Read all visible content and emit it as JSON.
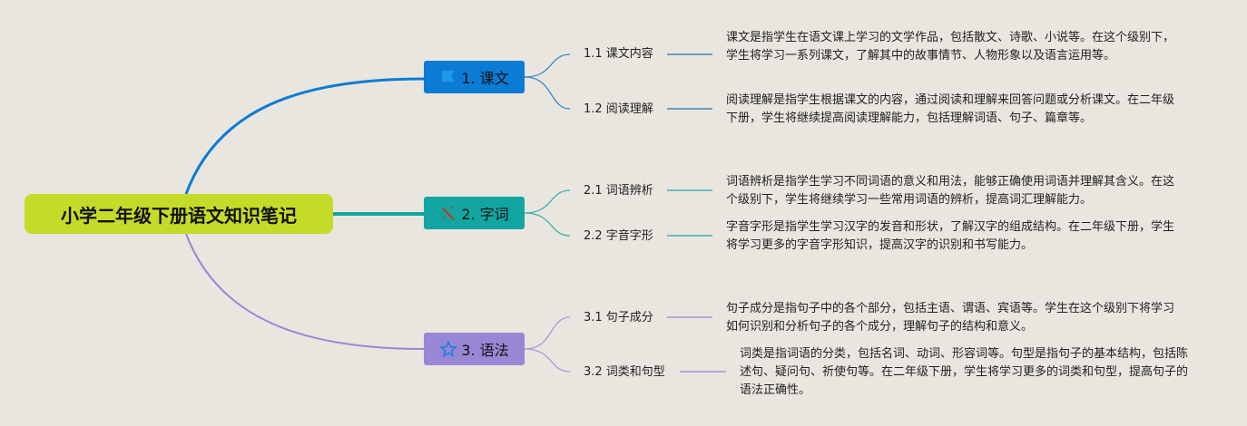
{
  "root": {
    "title": "小学二年级下册语文知识笔记"
  },
  "colors": {
    "root": "#c4dc27",
    "branch1": "#0b7bd3",
    "branch2": "#13a5a2",
    "branch3": "#9887d4",
    "background": "#e9e6df"
  },
  "branches": [
    {
      "label": "1. 课文",
      "icon": "flag-icon",
      "children": [
        {
          "label": "1.1 课文内容",
          "desc": "课文是指学生在语文课上学习的文学作品，包括散文、诗歌、小说等。在这个级别下，学生将学习一系列课文，了解其中的故事情节、人物形象以及语言运用等。"
        },
        {
          "label": "1.2 阅读理解",
          "desc": "阅读理解是指学生根据课文的内容，通过阅读和理解来回答问题或分析课文。在二年级下册，学生将继续提高阅读理解能力，包括理解词语、句子、篇章等。"
        }
      ]
    },
    {
      "label": "2. 字词",
      "icon": "magic-wand-icon",
      "children": [
        {
          "label": "2.1 词语辨析",
          "desc": "词语辨析是指学生学习不同词语的意义和用法，能够正确使用词语并理解其含义。在这个级别下，学生将继续学习一些常用词语的辨析，提高词汇理解能力。"
        },
        {
          "label": "2.2 字音字形",
          "desc": "字音字形是指学生学习汉字的发音和形状，了解汉字的组成结构。在二年级下册，学生将学习更多的字音字形知识，提高汉字的识别和书写能力。"
        }
      ]
    },
    {
      "label": "3. 语法",
      "icon": "star-icon",
      "children": [
        {
          "label": "3.1 句子成分",
          "desc": "句子成分是指句子中的各个部分，包括主语、谓语、宾语等。学生在这个级别下将学习如何识别和分析句子的各个成分，理解句子的结构和意义。"
        },
        {
          "label": "3.2 词类和句型",
          "desc": "词类是指词语的分类，包括名词、动词、形容词等。句型是指句子的基本结构，包括陈述句、疑问句、祈使句等。在二年级下册，学生将学习更多的词类和句型，提高句子的语法正确性。"
        }
      ]
    }
  ]
}
